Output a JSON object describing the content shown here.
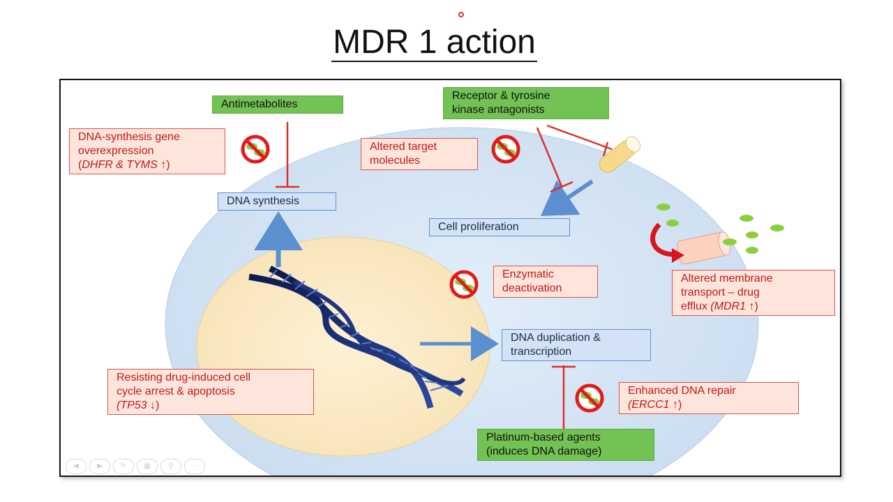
{
  "slide": {
    "title": "MDR 1 action"
  },
  "labels": {
    "antimetabolites": "Antimetabolites",
    "receptor_1": "Receptor & tyrosine",
    "receptor_2": "kinase antagonists",
    "dna_synthesis": "DNA synthesis",
    "cell_proliferation": "Cell proliferation",
    "dna_duplication_1": "DNA duplication &",
    "dna_duplication_2": "transcription",
    "platinum_1": "Platinum-based agents",
    "platinum_2": "(induces DNA damage)",
    "dna_gene_1": "DNA-synthesis gene",
    "dna_gene_2": "overexpression",
    "dna_gene_3a": "(",
    "dna_gene_3b": "DHFR & TYMS",
    "dna_gene_3c": " ↑)",
    "altered_target_1": "Altered target",
    "altered_target_2": "molecules",
    "enzymatic_1": "Enzymatic",
    "enzymatic_2": "deactivation",
    "membrane_1": "Altered membrane",
    "membrane_2": "transport – drug",
    "membrane_3a": "efflux ",
    "membrane_3b": "(MDR1",
    "membrane_3c": " ↑)",
    "resisting_1": "Resisting drug-induced cell",
    "resisting_2": "cycle arrest & apoptosis",
    "resisting_3a": "(TP53",
    "resisting_3b": " ↓)",
    "repair_1": "Enhanced DNA repair",
    "repair_2a": "(ERCC1",
    "repair_2b": " ↑)"
  },
  "icons": [
    "no-symbol-icon",
    "dna-helix-icon",
    "drug-capsule-icon",
    "efflux-pump-icon",
    "red-curved-arrow-icon"
  ],
  "colors": {
    "green_box": "#72c254",
    "blue_box": "#d3e3f5",
    "pink_box": "#fde5dc",
    "red_text": "#c01818",
    "cell": "#d6e6f5",
    "nucleus": "#fbecc6",
    "inhibit_line": "#d9302a",
    "arrow": "#5b8fd0"
  }
}
